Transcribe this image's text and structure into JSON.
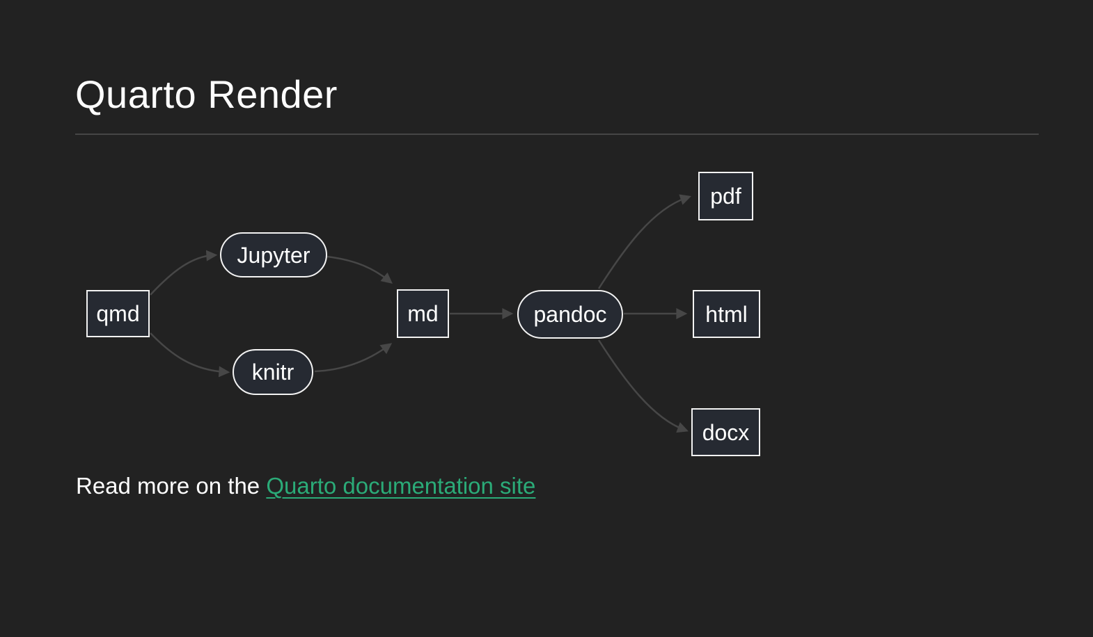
{
  "page": {
    "title": "Quarto Render"
  },
  "diagram": {
    "nodes": [
      {
        "id": "qmd",
        "label": "qmd",
        "shape": "rect"
      },
      {
        "id": "jupyter",
        "label": "Jupyter",
        "shape": "stadium"
      },
      {
        "id": "knitr",
        "label": "knitr",
        "shape": "stadium"
      },
      {
        "id": "md",
        "label": "md",
        "shape": "rect"
      },
      {
        "id": "pandoc",
        "label": "pandoc",
        "shape": "stadium"
      },
      {
        "id": "pdf",
        "label": "pdf",
        "shape": "rect"
      },
      {
        "id": "html",
        "label": "html",
        "shape": "rect"
      },
      {
        "id": "docx",
        "label": "docx",
        "shape": "rect"
      }
    ],
    "edges": [
      {
        "from": "qmd",
        "to": "jupyter"
      },
      {
        "from": "qmd",
        "to": "knitr"
      },
      {
        "from": "jupyter",
        "to": "md"
      },
      {
        "from": "knitr",
        "to": "md"
      },
      {
        "from": "md",
        "to": "pandoc"
      },
      {
        "from": "pandoc",
        "to": "pdf"
      },
      {
        "from": "pandoc",
        "to": "html"
      },
      {
        "from": "pandoc",
        "to": "docx"
      }
    ]
  },
  "readmore": {
    "prefix": "Read more on the ",
    "link_label": "Quarto documentation site"
  },
  "colors": {
    "background": "#222222",
    "node_fill": "#262a32",
    "node_border": "#f3f3f3",
    "edge": "#474747",
    "title_text": "#fdfdfd",
    "body_text": "#fdfdfd",
    "link": "#2bab78",
    "divider": "#464646"
  }
}
